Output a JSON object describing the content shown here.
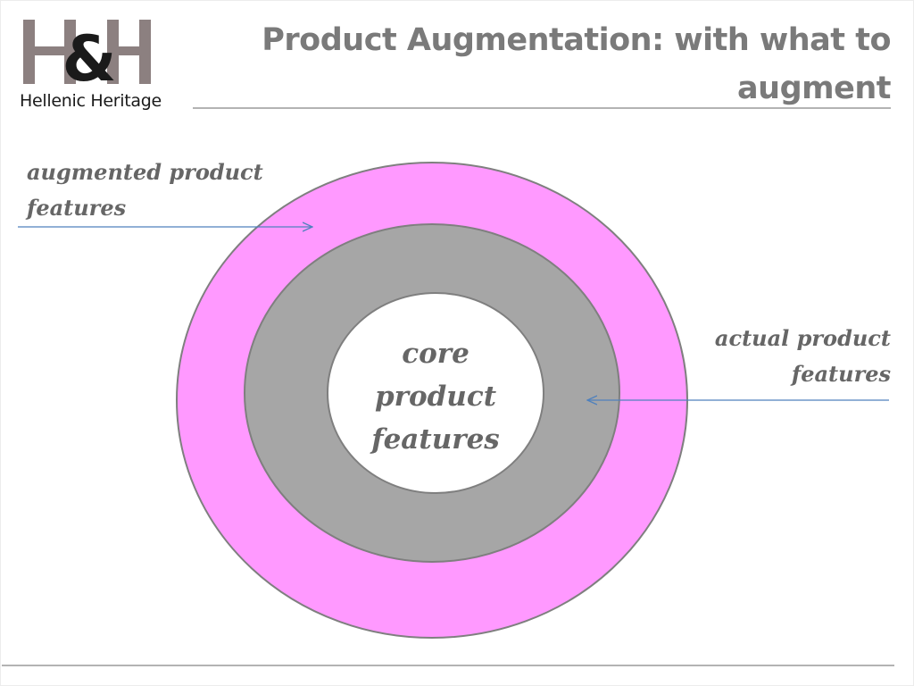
{
  "logo": {
    "mark": "H&H",
    "caption": "Hellenic Heritage",
    "icon": "hh-monogram-logo"
  },
  "title": {
    "line1": "Product Augmentation: with what to",
    "line2": "augment"
  },
  "diagram": {
    "labels": {
      "augmented_line1": "augmented product",
      "augmented_line2": "features",
      "actual_line1": "actual product",
      "actual_line2": "features",
      "core_line1": "core",
      "core_line2": "product",
      "core_line3": "features"
    },
    "colors": {
      "outer_ring": "#ff99ff",
      "middle_ring": "#a6a6a6",
      "inner_circle": "#ffffff",
      "ring_stroke": "#7f7f7f",
      "arrow": "#4f81bd",
      "label_text": "#666666",
      "title_text": "#7a7a7a"
    }
  }
}
